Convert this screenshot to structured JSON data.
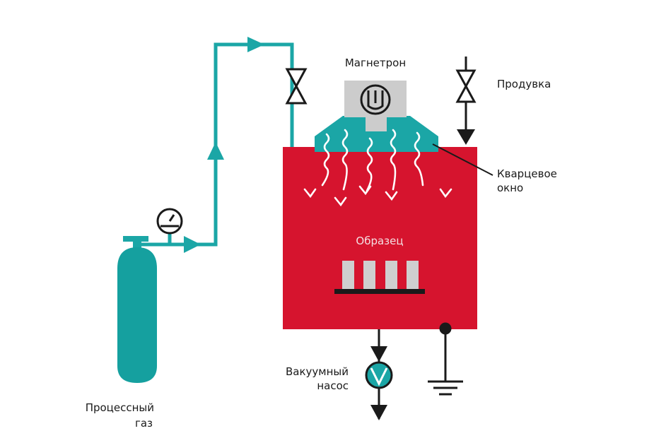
{
  "labels": {
    "magnetron": "Магнетрон",
    "purge": "Продувка",
    "quartz_window_line1": "Кварцевое",
    "quartz_window_line2": "окно",
    "sample": "Образец",
    "vacuum_pump_line1": "Вакуумный",
    "vacuum_pump_line2": "насос",
    "process_gas_line1": "Процессный",
    "process_gas_line2": "газ"
  },
  "colors": {
    "chamber": "#d6142e",
    "pipe": "#1ba6a6",
    "cylinder": "#15a09f",
    "magnetron_box": "#cccccc",
    "line": "#1a1a1a",
    "sample": "#cfcfcf"
  },
  "icons": {
    "magnetron": "magnetron-icon",
    "gauge": "pressure-gauge-icon",
    "pump": "vacuum-pump-icon",
    "valve": "valve-icon",
    "ground": "ground-icon"
  }
}
